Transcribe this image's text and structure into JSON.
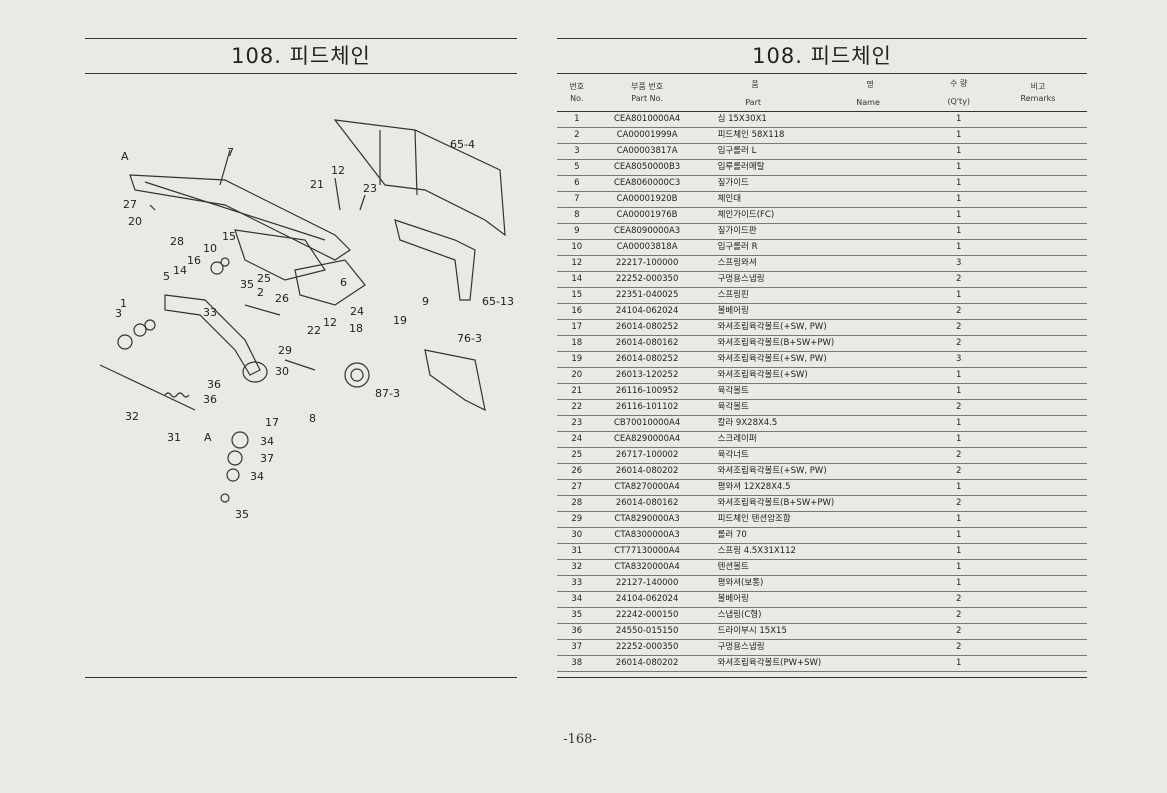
{
  "left_page": {
    "title": "108. 피드체인"
  },
  "right_page": {
    "title": "108. 피드체인",
    "table": {
      "headers": {
        "no_kr": "번호",
        "no_en": "No.",
        "part_kr": "부품 번호",
        "part_en": "Part No.",
        "name_kr_1": "품",
        "name_kr_2": "명",
        "name_en_1": "Part",
        "name_en_2": "Name",
        "qty_kr": "수 량",
        "qty_en": "(Q'ty)",
        "remarks_kr": "비고",
        "remarks_en": "Remarks"
      },
      "rows": [
        {
          "no": "1",
          "part": "CEA8010000A4",
          "name": "심 15X30X1",
          "qty": "1"
        },
        {
          "no": "2",
          "part": "CA00001999A",
          "name": "피드체인 58X118",
          "qty": "1"
        },
        {
          "no": "3",
          "part": "CA00003817A",
          "name": "입구롤러 L",
          "qty": "1"
        },
        {
          "no": "5",
          "part": "CEA8050000B3",
          "name": "입루롤러메탈",
          "qty": "1"
        },
        {
          "no": "6",
          "part": "CEA8060000C3",
          "name": "짚가이드",
          "qty": "1"
        },
        {
          "no": "7",
          "part": "CA00001920B",
          "name": "체인대",
          "qty": "1"
        },
        {
          "no": "8",
          "part": "CA00001976B",
          "name": "체인가이드(FC)",
          "qty": "1"
        },
        {
          "no": "9",
          "part": "CEA8090000A3",
          "name": "짚가이드판",
          "qty": "1"
        },
        {
          "no": "10",
          "part": "CA00003818A",
          "name": "입구롤러 R",
          "qty": "1"
        },
        {
          "no": "12",
          "part": "22217-100000",
          "name": "스프링와셔",
          "qty": "3"
        },
        {
          "no": "14",
          "part": "22252-000350",
          "name": "구멍용스냅링",
          "qty": "2"
        },
        {
          "no": "15",
          "part": "22351-040025",
          "name": "스프링핀",
          "qty": "1"
        },
        {
          "no": "16",
          "part": "24104-062024",
          "name": "볼베어링",
          "qty": "2"
        },
        {
          "no": "17",
          "part": "26014-080252",
          "name": "와셔조립육각볼트(+SW, PW)",
          "qty": "2"
        },
        {
          "no": "18",
          "part": "26014-080162",
          "name": "와셔조립육각볼트(B+SW+PW)",
          "qty": "2"
        },
        {
          "no": "19",
          "part": "26014-080252",
          "name": "와셔조립육각볼트(+SW, PW)",
          "qty": "3"
        },
        {
          "no": "20",
          "part": "26013-120252",
          "name": "와셔조립육각볼트(+SW)",
          "qty": "1"
        },
        {
          "no": "21",
          "part": "26116-100952",
          "name": "육각볼트",
          "qty": "1"
        },
        {
          "no": "22",
          "part": "26116-101102",
          "name": "육각볼트",
          "qty": "2"
        },
        {
          "no": "23",
          "part": "CB70010000A4",
          "name": "칼라 9X28X4.5",
          "qty": "1"
        },
        {
          "no": "24",
          "part": "CEA8290000A4",
          "name": "스크레이퍼",
          "qty": "1"
        },
        {
          "no": "25",
          "part": "26717-100002",
          "name": "육각너트",
          "qty": "2"
        },
        {
          "no": "26",
          "part": "26014-080202",
          "name": "와셔조립육각볼트(+SW, PW)",
          "qty": "2"
        },
        {
          "no": "27",
          "part": "CTA8270000A4",
          "name": "평와셔 12X28X4.5",
          "qty": "1"
        },
        {
          "no": "28",
          "part": "26014-080162",
          "name": "와셔조립육각볼트(B+SW+PW)",
          "qty": "2"
        },
        {
          "no": "29",
          "part": "CTA8290000A3",
          "name": "피드체인 텐션암조합",
          "qty": "1"
        },
        {
          "no": "30",
          "part": "CTA8300000A3",
          "name": "롤러 70",
          "qty": "1"
        },
        {
          "no": "31",
          "part": "CT77130000A4",
          "name": "스프링 4.5X31X112",
          "qty": "1"
        },
        {
          "no": "32",
          "part": "CTA8320000A4",
          "name": "텐션볼트",
          "qty": "1"
        },
        {
          "no": "33",
          "part": "22127-140000",
          "name": "평와셔(보통)",
          "qty": "1"
        },
        {
          "no": "34",
          "part": "24104-062024",
          "name": "볼베어링",
          "qty": "2"
        },
        {
          "no": "35",
          "part": "22242-000150",
          "name": "스냅링(C형)",
          "qty": "2"
        },
        {
          "no": "36",
          "part": "24550-015150",
          "name": "드라이부시 15X15",
          "qty": "2"
        },
        {
          "no": "37",
          "part": "22252-000350",
          "name": "구멍용스냅링",
          "qty": "2"
        },
        {
          "no": "38",
          "part": "26014-080202",
          "name": "와셔조립육각볼트(PW+SW)",
          "qty": "1"
        }
      ]
    }
  },
  "diagram": {
    "callouts": [
      "A",
      "7",
      "12",
      "21",
      "23",
      "65-4",
      "27",
      "20",
      "28",
      "15",
      "10",
      "16",
      "14",
      "5",
      "1",
      "3",
      "35",
      "2",
      "26",
      "33",
      "25",
      "6",
      "24",
      "12",
      "22",
      "18",
      "19",
      "9",
      "65-13",
      "76-3",
      "29",
      "30",
      "8",
      "87-3",
      "36",
      "36",
      "17",
      "32",
      "31",
      "A",
      "34",
      "37",
      "34",
      "35"
    ]
  },
  "footer": {
    "page_number": "-168-"
  }
}
